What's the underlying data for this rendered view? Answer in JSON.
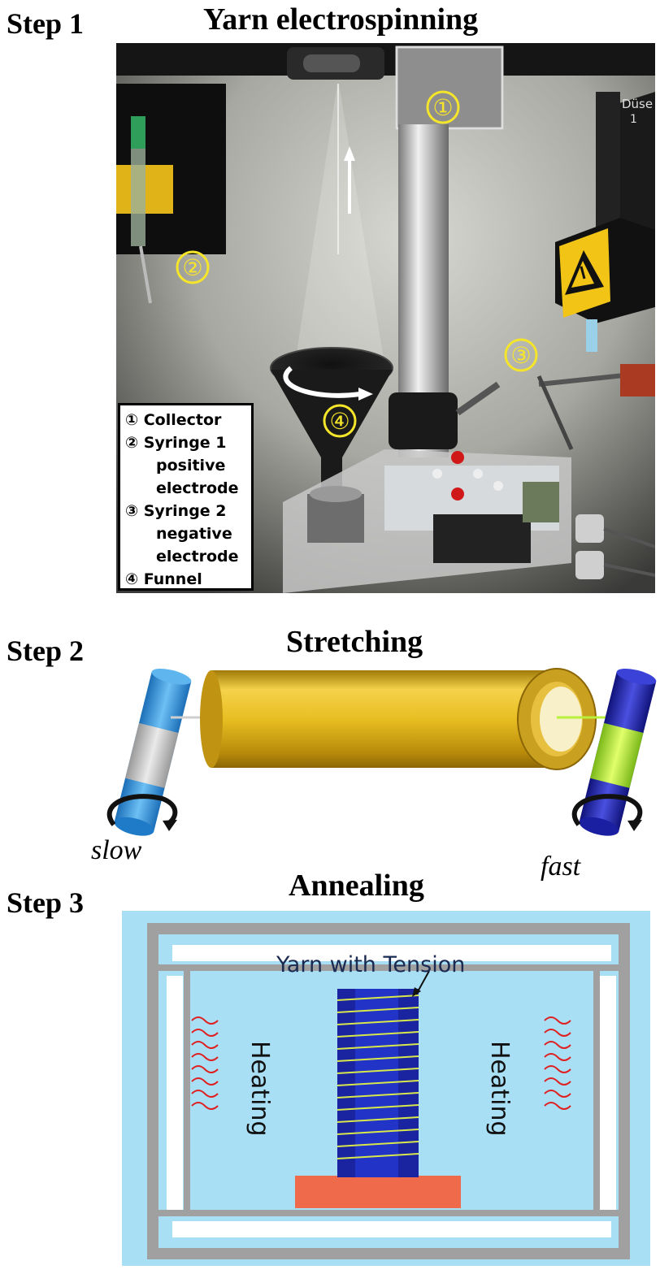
{
  "step1": {
    "label": "Step 1",
    "title": "Yarn electrospinning",
    "markers": [
      "①",
      "②",
      "③",
      "④"
    ],
    "device_text": [
      "Düse",
      "1"
    ],
    "legend": [
      {
        "num": "①",
        "line1": "Collector",
        "cont": []
      },
      {
        "num": "②",
        "line1": "Syringe 1",
        "cont": [
          "positive",
          "electrode"
        ]
      },
      {
        "num": "③",
        "line1": "Syringe 2",
        "cont": [
          "negative",
          "electrode"
        ]
      },
      {
        "num": "④",
        "line1": "Funnel",
        "cont": []
      }
    ]
  },
  "step2": {
    "label": "Step 2",
    "title": "Stretching",
    "slow_label": "slow",
    "fast_label": "fast"
  },
  "step3": {
    "label": "Step 3",
    "title": "Annealing",
    "yarn_label": "Yarn with Tension",
    "heating_left": "Heating",
    "heating_right": "Heating"
  },
  "colors": {
    "marker_yellow": "#f5e52a",
    "tube_gold": "#e0b418",
    "roller_blue": "#2e8bd8",
    "roller_dark_blue": "#1e22a8",
    "yarn_green": "#b8f03c",
    "chamber_blue": "#a8dff5",
    "frame_gray": "#a0a0a0",
    "heater_red": "#ee6a4a",
    "heat_wave_red": "#e02020"
  }
}
